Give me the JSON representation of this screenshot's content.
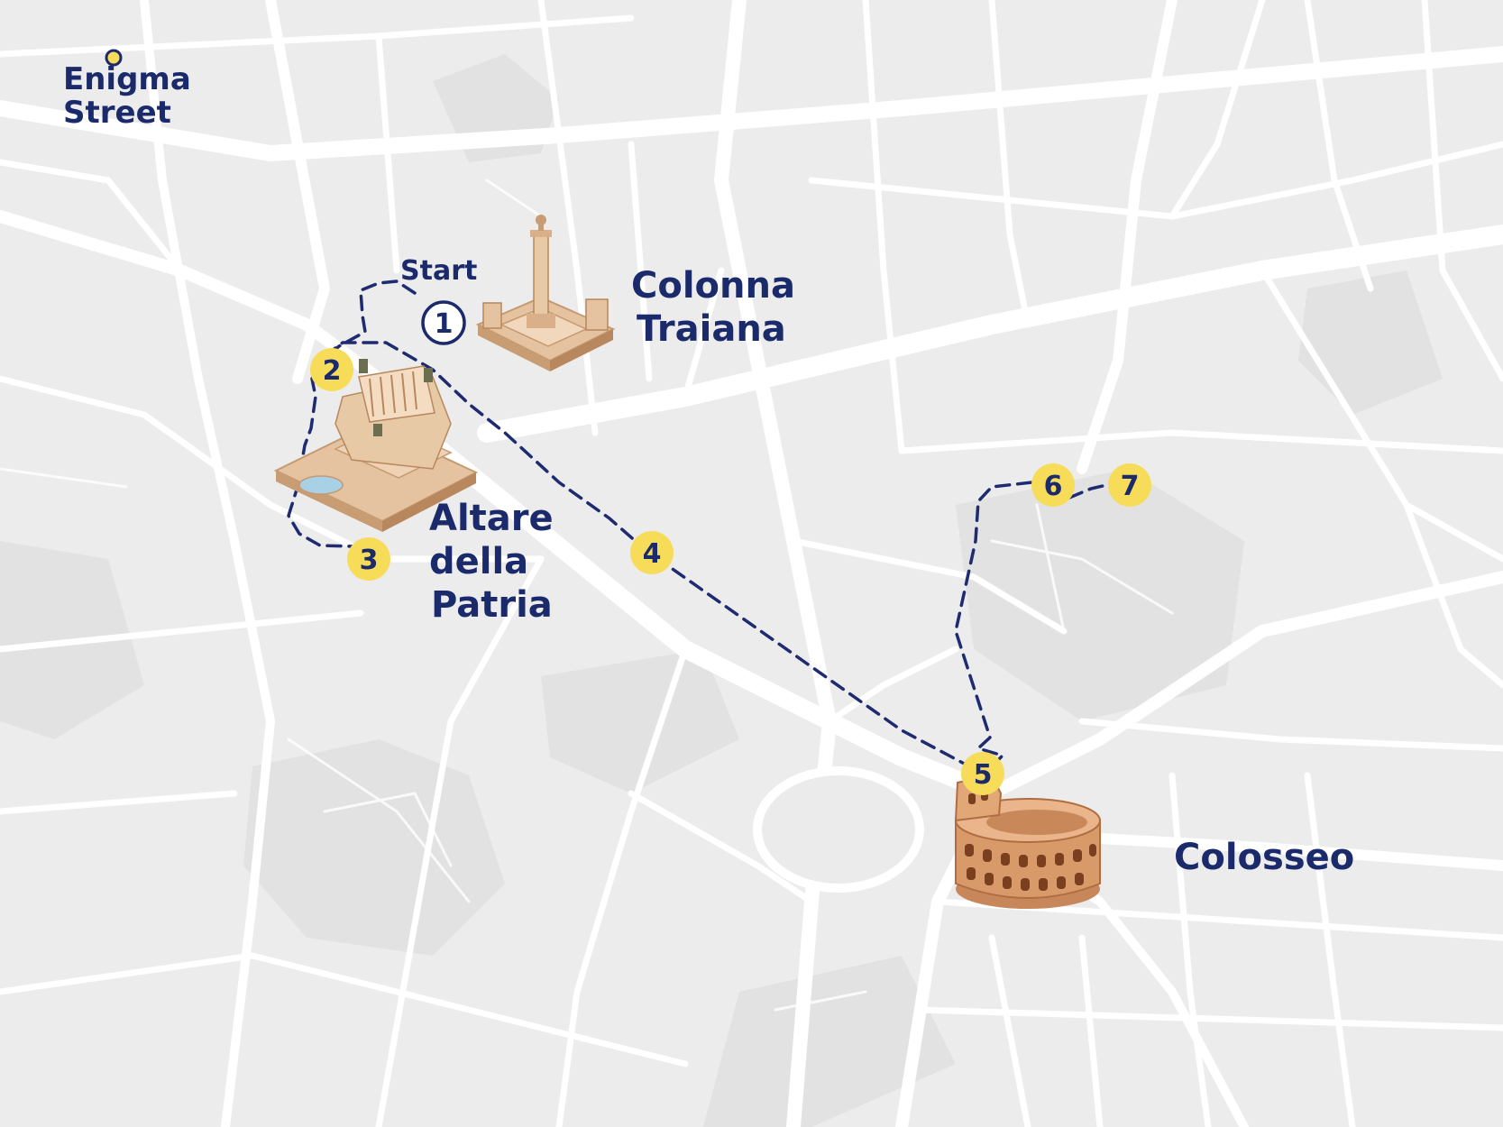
{
  "brand": {
    "line1": "Enigma",
    "line2": "Street"
  },
  "colors": {
    "navy": "#1b2a6b",
    "route": "#1e2b70",
    "marker": "#f7dc5a",
    "map": "#ececec",
    "street": "#ffffff"
  },
  "route": {
    "start_label": "Start",
    "stops": [
      {
        "number": "1",
        "style": "outline"
      },
      {
        "number": "2",
        "style": "filled"
      },
      {
        "number": "3",
        "style": "filled"
      },
      {
        "number": "4",
        "style": "filled"
      },
      {
        "number": "5",
        "style": "filled"
      },
      {
        "number": "6",
        "style": "filled"
      },
      {
        "number": "7",
        "style": "filled"
      }
    ]
  },
  "landmarks": [
    {
      "name_lines": [
        "Colonna",
        "Traiana"
      ],
      "icon": "column-monument-icon"
    },
    {
      "name_lines": [
        "Altare",
        "della",
        "Patria"
      ],
      "icon": "vittoriano-monument-icon"
    },
    {
      "name_lines": [
        "Colosseo"
      ],
      "icon": "colosseum-icon"
    }
  ]
}
